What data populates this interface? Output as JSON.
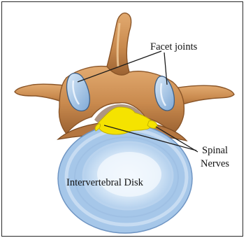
{
  "labels": {
    "facet_joints": "Facet joints",
    "spinal_nerves_line1": "Spinal",
    "spinal_nerves_line2": "Nerves",
    "intervertebral_disk": "Intervertebral Disk"
  },
  "colors": {
    "bone": "#c98a4e",
    "bone_shadow": "#8a5528",
    "bone_highlight": "#f0c79a",
    "cartilage": "#9fc2e4",
    "nerve": "#f5e300",
    "disk_ring": "#b8d5ef",
    "disk_core": "#e6f2fc",
    "label_line": "#1a1a1a"
  }
}
